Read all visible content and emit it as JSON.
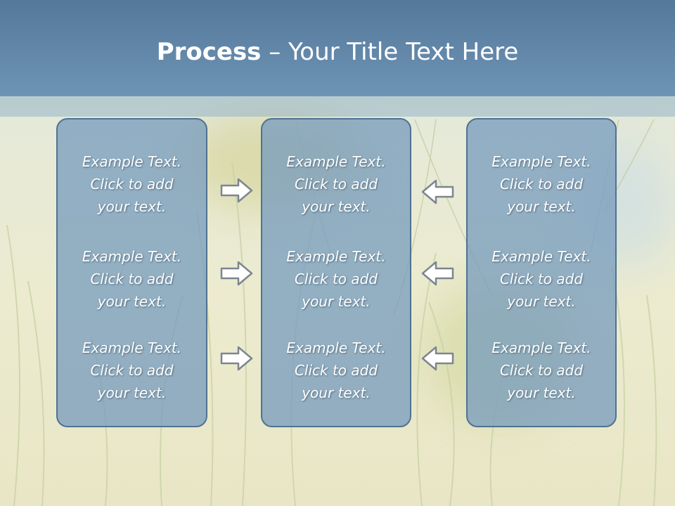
{
  "title": {
    "bold": "Process",
    "rest": " – Your Title Text Here"
  },
  "panels": [
    {
      "items": [
        "Example Text.\nClick  to add\nyour text.",
        "Example Text.\nClick  to add\nyour text.",
        "Example Text.\nClick  to add\nyour text."
      ]
    },
    {
      "items": [
        "Example Text.\nClick  to add\nyour text.",
        "Example Text.\nClick  to add\nyour text.",
        "Example Text.\nClick  to add\nyour text."
      ]
    },
    {
      "items": [
        "Example Text.\nClick  to add\nyour text.",
        "Example Text.\nClick  to add\nyour text.",
        "Example Text.\nClick  to add\nyour text."
      ]
    }
  ],
  "arrows": {
    "left_column": [
      "arrow-right-icon",
      "arrow-right-icon",
      "arrow-right-icon"
    ],
    "right_column": [
      "arrow-left-icon",
      "arrow-left-icon",
      "arrow-left-icon"
    ]
  },
  "colors": {
    "header": "#6a8fb0",
    "panel_fill": "#7a9ebe",
    "panel_border": "#4f7292",
    "text": "#ffffff"
  }
}
